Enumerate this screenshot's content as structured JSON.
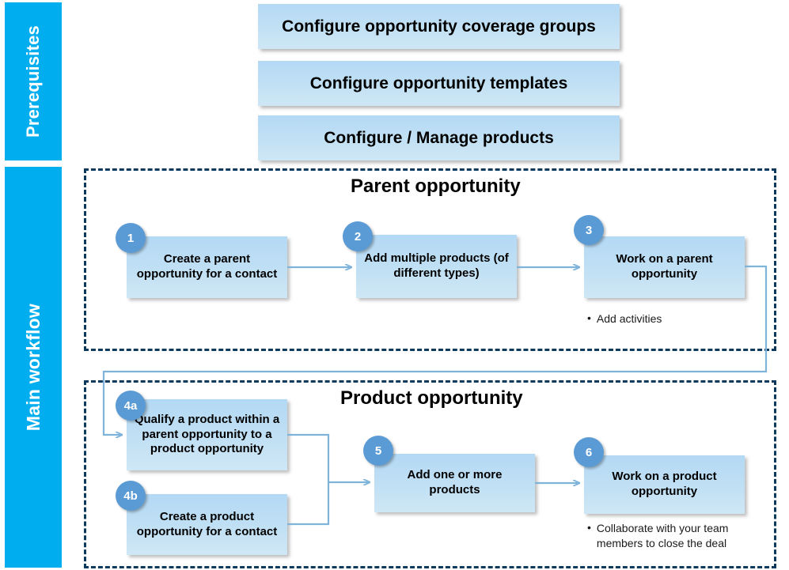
{
  "categories": [
    {
      "id": "prerequisites",
      "label": "Prerequisites"
    },
    {
      "id": "main-workflow",
      "label": "Main workflow"
    }
  ],
  "prerequisites": {
    "label": "Prerequisites",
    "boxes": [
      {
        "label": "Configure opportunity coverage groups"
      },
      {
        "label": "Configure opportunity templates"
      },
      {
        "label": "Configure / Manage products"
      }
    ]
  },
  "sections": [
    {
      "id": "parent-opportunity",
      "title": "Parent opportunity",
      "steps": [
        {
          "number": "1",
          "label": "Create a parent opportunity for a contact"
        },
        {
          "number": "2",
          "label": "Add multiple products (of different types)"
        },
        {
          "number": "3",
          "label": "Work on a parent opportunity"
        }
      ],
      "note": {
        "bullet": "•",
        "text": "Add activities"
      }
    },
    {
      "id": "product-opportunity",
      "title": "Product opportunity",
      "steps": [
        {
          "number": "4a",
          "label": "Qualify a product within a parent opportunity to a product opportunity"
        },
        {
          "number": "4b",
          "label": "Create a product opportunity for a contact"
        },
        {
          "number": "5",
          "label": "Add one or more products"
        },
        {
          "number": "6",
          "label": "Work on a product opportunity"
        }
      ],
      "note": {
        "bullet": "•",
        "text": "Collaborate with your team members to close the deal"
      }
    }
  ],
  "colors": {
    "category_bar": "#00AEEF",
    "box_fill_top": "#B4D9F5",
    "box_fill_bottom": "#CFE7F5",
    "badge": "#5B9BD5",
    "dashed_border": "#0B3A5D",
    "connector": "#7EB3DA",
    "text": "#000000"
  }
}
